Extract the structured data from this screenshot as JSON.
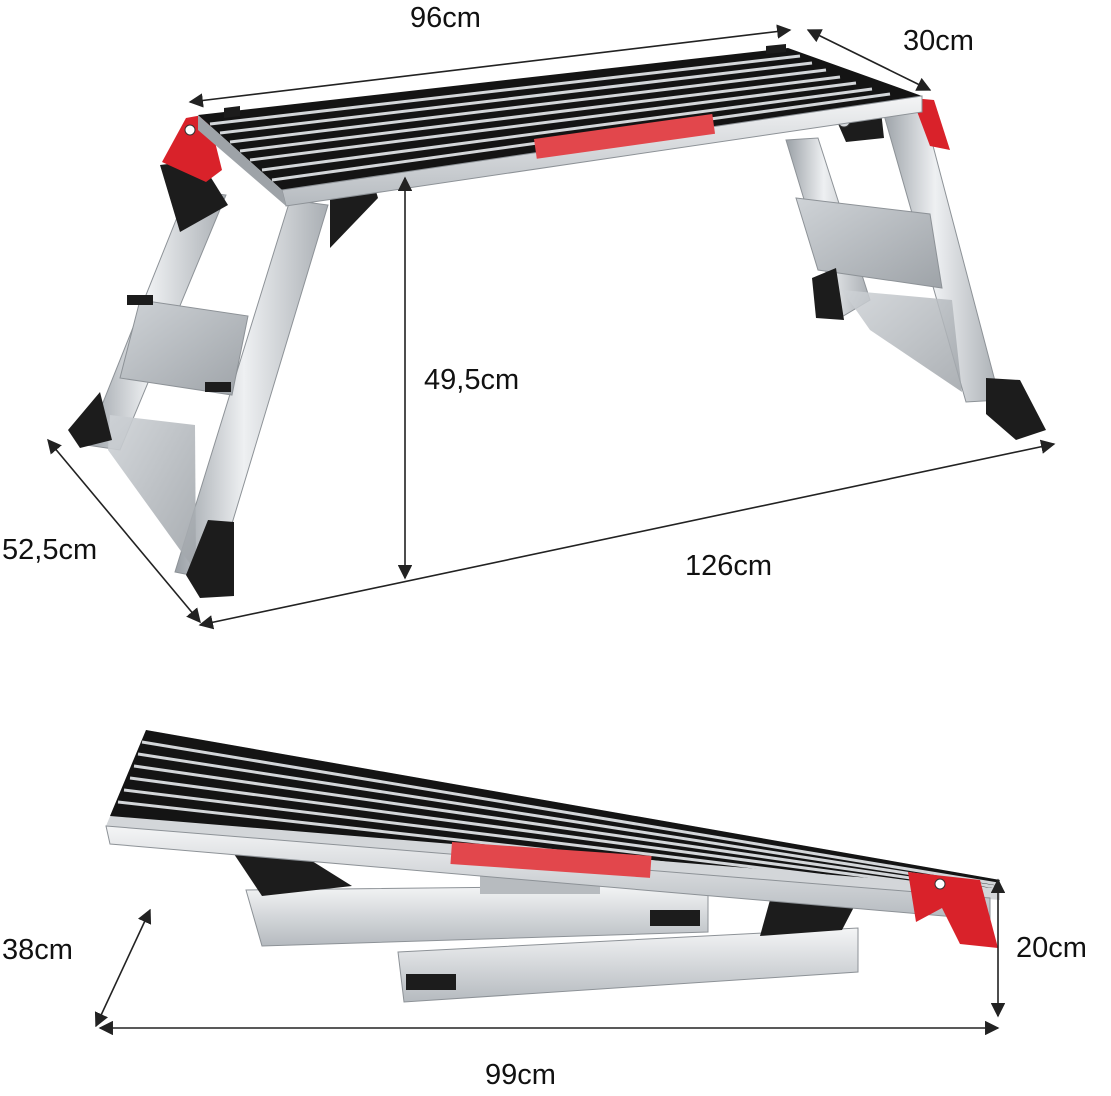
{
  "dimensions": {
    "top_width": "96cm",
    "top_depth": "30cm",
    "height": "49,5cm",
    "base_depth": "52,5cm",
    "base_length": "126cm",
    "folded_depth": "38cm",
    "folded_height": "20cm",
    "folded_length": "99cm"
  },
  "colors": {
    "aluminium": "#d6d9dc",
    "tread_black": "#141414",
    "accent_red": "#d9222a",
    "foot_black": "#1c1c1c",
    "dimension_line": "#222222"
  }
}
